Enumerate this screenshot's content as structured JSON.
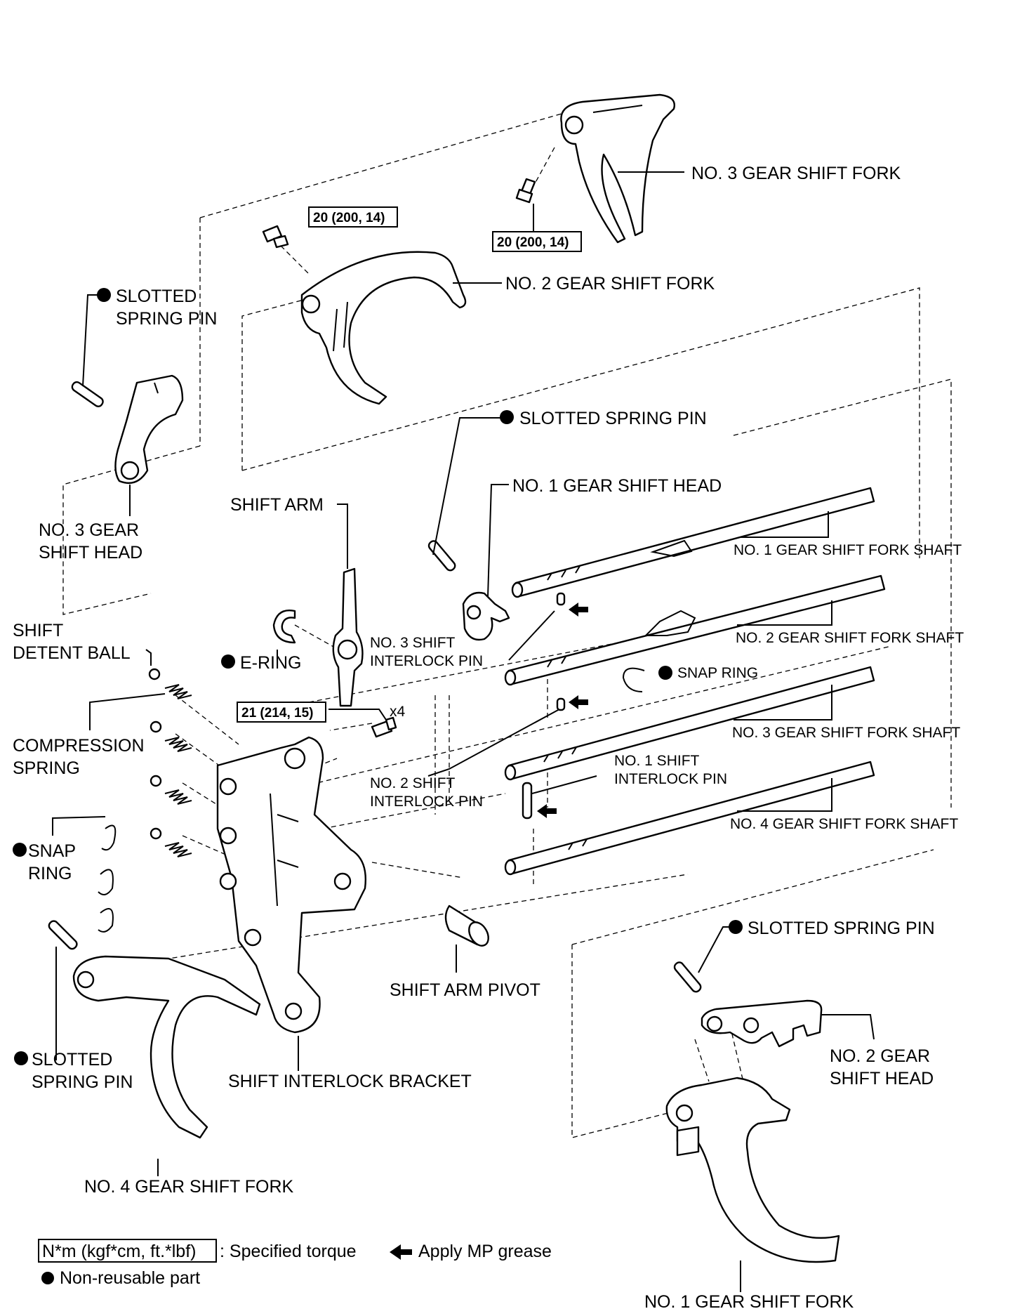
{
  "labels": {
    "no3_fork": "NO. 3 GEAR SHIFT FORK",
    "no2_fork": "NO. 2 GEAR SHIFT FORK",
    "no4_fork": "NO. 4 GEAR SHIFT FORK",
    "no1_fork": "NO. 1 GEAR SHIFT FORK",
    "slotted_pin_left_1": "SLOTTED",
    "slotted_pin_left_2": "SPRING PIN",
    "slotted_pin_mid": "SLOTTED SPRING PIN",
    "slotted_pin_right": "SLOTTED SPRING PIN",
    "slotted_pin_low_1": "SLOTTED",
    "slotted_pin_low_2": "SPRING PIN",
    "no3_head_1": "NO. 3 GEAR",
    "no3_head_2": "SHIFT HEAD",
    "no1_head": "NO. 1 GEAR SHIFT HEAD",
    "no2_head_1": "NO. 2 GEAR",
    "no2_head_2": "SHIFT HEAD",
    "shift_arm": "SHIFT ARM",
    "e_ring": "E-RING",
    "detent_1": "SHIFT",
    "detent_2": "DETENT BALL",
    "compression_1": "COMPRESSION",
    "compression_2": "SPRING",
    "snap_ring_left_1": "SNAP",
    "snap_ring_left_2": "RING",
    "snap_ring_right": "SNAP RING",
    "no3_interlock_1": "NO. 3 SHIFT",
    "no3_interlock_2": "INTERLOCK PIN",
    "no2_interlock_1": "NO. 2 SHIFT",
    "no2_interlock_2": "INTERLOCK PIN",
    "no1_interlock_1": "NO. 1 SHIFT",
    "no1_interlock_2": "INTERLOCK PIN",
    "shaft1": "NO. 1 GEAR SHIFT FORK SHAFT",
    "shaft2": "NO. 2 GEAR SHIFT FORK SHAFT",
    "shaft3": "NO. 3 GEAR SHIFT FORK SHAFT",
    "shaft4": "NO. 4 GEAR SHIFT FORK SHAFT",
    "pivot": "SHIFT ARM PIVOT",
    "bracket": "SHIFT INTERLOCK BRACKET"
  },
  "torque": {
    "upper": "20 (200, 14)",
    "mid": "20 (200, 14)",
    "bracket_bolts": "21 (214, 15)",
    "bracket_qty": "x4"
  },
  "legend": {
    "torque_box": "N*m (kgf*cm, ft.*lbf)",
    "torque_text": ": Specified torque",
    "grease_text": "Apply MP grease",
    "nonreusable_text": "Non-reusable part"
  }
}
